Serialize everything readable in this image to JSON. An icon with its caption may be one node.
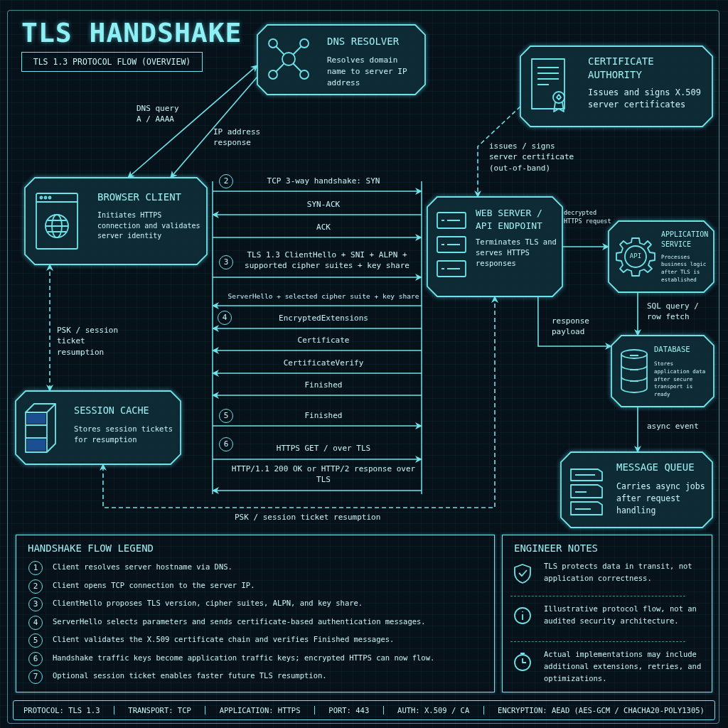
{
  "diagram": {
    "title": "TLS HANDSHAKE",
    "nodes": [
      {
        "text": [
          "TLS 1.3 PROTOCOL FLOW (OVERVIEW)"
        ]
      },
      {
        "text": [
          "DNS RESOLVER",
          "Resolves domain name to server IP address"
        ]
      },
      {
        "text": [
          "CERTIFICATE AUTHORITY",
          "Issues and signs X.509 server certificates"
        ]
      },
      {
        "text": [
          "BROWSER CLIENT",
          "Initiates HTTPS connection and validates server identity"
        ]
      },
      {
        "text": [
          "WEB SERVER / API ENDPOINT",
          "Terminates TLS and serves HTTPS responses"
        ]
      },
      {
        "text": [
          "APPLICATION SERVICE",
          "Processes business logic after TLS is established"
        ]
      },
      {
        "text": [
          "SESSION CACHE",
          "Stores session tickets for resumption"
        ]
      },
      {
        "text": [
          "DATABASE",
          "Stores application data after secure transport is ready"
        ]
      },
      {
        "text": [
          "MESSAGE QUEUE",
          "Carries async jobs after request handling"
        ]
      },
      {
        "text": [],
        "shape": "bar"
      },
      {
        "text": [],
        "shape": "bar"
      },
      {
        "text": [
          "HANDSHAKE FLOW LEGEND"
        ]
      },
      {
        "text": [
          "ENGINEER NOTES"
        ]
      },
      {
        "text": [
          "PROTOCOL: TLS 1.3",
          "TRANSPORT: TCP",
          "APPLICATION: HTTPS",
          "PORT: 443",
          "AUTH: X.509 / CA",
          "ENCRYPTION: AEAD (AES-GCM / CHACHA20-POLY1305)"
        ]
      }
    ],
    "edges": [
      {
        "from": 3,
        "to": 1,
        "arrow": "both",
        "label": "DNS query A / AAAA"
      },
      {
        "from": 1,
        "to": 3,
        "arrow": "to",
        "label": "IP address response"
      },
      {
        "from": 2,
        "to": 4,
        "arrow": "to",
        "label": "issues / signs server certificate (out-of-band)",
        "style": "dashed"
      },
      {
        "from": 9,
        "to": 10,
        "arrow": "to",
        "label": "TCP 3-way handshake: SYN"
      },
      {
        "from": 10,
        "to": 9,
        "arrow": "to",
        "label": "SYN-ACK"
      },
      {
        "from": 9,
        "to": 10,
        "arrow": "to",
        "label": "ACK"
      },
      {
        "from": 9,
        "to": 10,
        "arrow": "to",
        "label": "TLS 1.3 ClientHello + SNI + ALPN + supported cipher suites + key share"
      },
      {
        "from": 10,
        "to": 9,
        "arrow": "to",
        "label": "ServerHello + selected cipher suite + key share"
      },
      {
        "from": 10,
        "to": 9,
        "arrow": "to",
        "label": "EncryptedExtensions"
      },
      {
        "from": 10,
        "to": 9,
        "arrow": "to",
        "label": "Certificate"
      },
      {
        "from": 10,
        "to": 9,
        "arrow": "to",
        "label": "CertificateVerify"
      },
      {
        "from": 10,
        "to": 9,
        "arrow": "to",
        "label": "Finished"
      },
      {
        "from": 9,
        "to": 10,
        "arrow": "to",
        "label": "Finished"
      },
      {
        "from": 9,
        "to": 10,
        "arrow": "to",
        "label": "HTTPS GET / over TLS"
      },
      {
        "from": 10,
        "to": 9,
        "arrow": "to",
        "label": "HTTP/1.1 200 OK or HTTP/2 response over TLS"
      },
      {
        "from": 3,
        "to": 6,
        "arrow": "both",
        "label": "PSK / session ticket resumption",
        "style": "dashed"
      },
      {
        "from": 4,
        "to": 6,
        "arrow": "both",
        "label": "PSK / session ticket resumption",
        "style": "dashed"
      },
      {
        "from": 4,
        "to": 5,
        "arrow": "to",
        "label": "decrypted HTTPS request"
      },
      {
        "from": 4,
        "to": 7,
        "arrow": "to",
        "label": "response payload"
      },
      {
        "from": 5,
        "to": 7,
        "arrow": "to",
        "label": "SQL query / row fetch"
      },
      {
        "from": 7,
        "to": 8,
        "arrow": "to",
        "label": "async event"
      }
    ],
    "labels": [
      "API",
      "2",
      "3",
      "4",
      "5",
      "6",
      "1",
      "Client resolves server hostname via DNS.",
      "2",
      "Client opens TCP connection to the server IP.",
      "3",
      "ClientHello proposes TLS version, cipher suites, ALPN, and key share.",
      "4",
      "ServerHello selects parameters and sends certificate-based authentication messages.",
      "5",
      "Client validates the X.509 certificate chain and verifies Finished messages.",
      "6",
      "Handshake traffic keys become application traffic keys; encrypted HTTPS can now flow.",
      "7",
      "Optional session ticket enables faster future TLS resumption.",
      "TLS protects data in transit, not application correctness.",
      "Illustrative protocol flow, not an audited security architecture.",
      "Actual implementations may include additional extensions, retries, and optimizations."
    ]
  }
}
